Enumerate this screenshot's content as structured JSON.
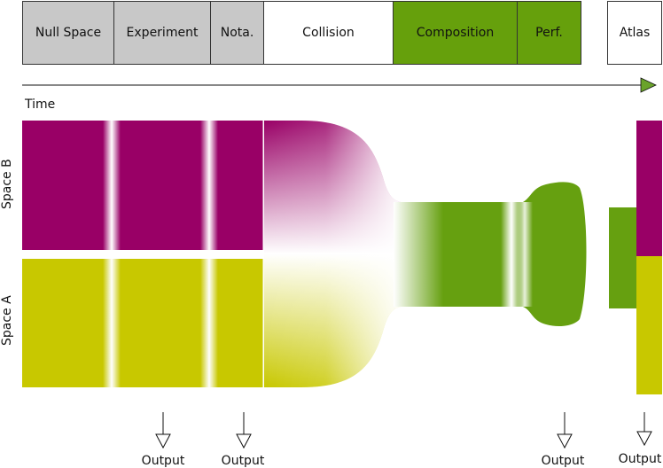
{
  "phases": [
    {
      "label": "Null Space",
      "fill": "#c8c8c8"
    },
    {
      "label": "Experiment",
      "fill": "#c8c8c8"
    },
    {
      "label": "Nota.",
      "fill": "#c8c8c8"
    },
    {
      "label": "Collision",
      "fill": "#ffffff"
    },
    {
      "label": "Composition",
      "fill": "#66a00c"
    },
    {
      "label": "Perf.",
      "fill": "#66a00c"
    },
    {
      "label": "Atlas",
      "fill": "#ffffff"
    }
  ],
  "axis": {
    "time_label": "Time"
  },
  "spaces": {
    "space_b": "Space B",
    "space_a": "Space A"
  },
  "outputs": [
    "Output",
    "Output",
    "Output",
    "Output"
  ],
  "colors": {
    "space_b": "#990066",
    "space_a": "#c8c800",
    "composition": "#66a010",
    "arrow_head": "#6aa32a"
  }
}
